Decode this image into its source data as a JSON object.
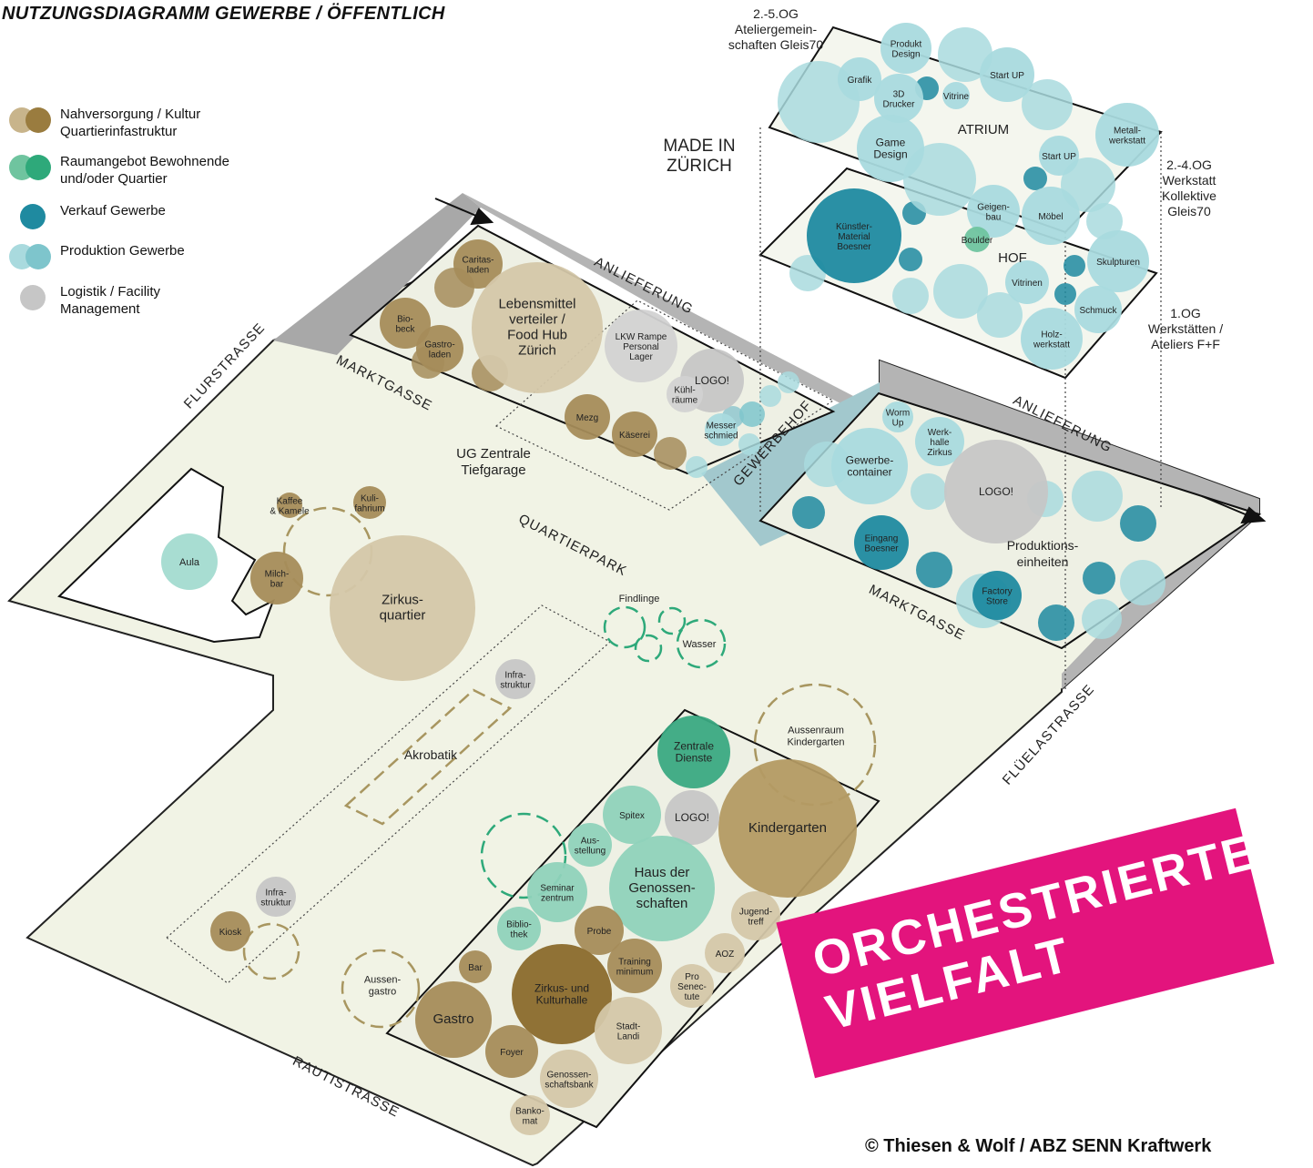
{
  "title": "NUTZUNGSDIAGRAMM GEWERBE / ÖFFENTLICH",
  "legend": [
    {
      "label": "Nahversorgung / Kultur\nQuartierinfastruktur",
      "colors": [
        "#c8b48b",
        "#9a7c3f"
      ]
    },
    {
      "label": "Raumangebot Bewohnende\nund/oder Quartier",
      "colors": [
        "#6fc49f",
        "#2ea97a"
      ]
    },
    {
      "label": "Verkauf Gewerbe",
      "colors": [
        "#1f8aa0"
      ]
    },
    {
      "label": "Produktion Gewerbe",
      "colors": [
        "#a9dade",
        "#7ec5cc"
      ]
    },
    {
      "label": "Logistik / Facility\nManagement",
      "colors": [
        "#c6c6c6"
      ]
    }
  ],
  "floors": {
    "og_top": "2.-5.OG\nAteliergemein-\nschaften Gleis70",
    "og_right": "2.-4.OG\nWerkstatt\nKollektive\nGleis70",
    "og_first": "1.OG\nWerkstätten /\nAteliers F+F",
    "made_in": "MADE IN\nZÜRICH"
  },
  "streets": {
    "flurstrasse": "FLURSTRASSE",
    "marktgasse_top": "MARKTGASSE",
    "marktgasse_right": "MARKTGASSE",
    "anlieferung_top": "ANLIEFERUNG",
    "anlieferung_right": "ANLIEFERUNG",
    "gewerbehof": "GEWERBEHOF",
    "quartierpark": "QUARTIERPARK",
    "flueelastrasse": "FLÜELASTRASSE",
    "rautistrasse": "RAUTISTRASSE",
    "ug": "UG Zentrale\nTiefgarage"
  },
  "labels": {
    "atrium": "ATRIUM",
    "hof": "HOF",
    "akrobatik": "Akrobatik",
    "findlinge": "Findlinge",
    "wasser": "Wasser",
    "aussenraum": "Aussenraum\nKindergarten",
    "aussengastro": "Aussen-\ngastro",
    "produktion": "Produktions-\neinheiten",
    "aula": "Aula"
  },
  "bubbles": [
    {
      "label": "Caritas-\nladen",
      "color": "#a58c5a"
    },
    {
      "label": "Bio-\nbeck",
      "color": "#a58c5a"
    },
    {
      "label": "Gastro-\nladen",
      "color": "#a58c5a"
    },
    {
      "label": "Lebensmittel\nverteiler /\nFood Hub\nZürich",
      "color": "#d4c7a9"
    },
    {
      "label": "LKW Rampe\nPersonal\nLager",
      "color": "#d2d2d2"
    },
    {
      "label": "LOGO!",
      "color": "#c6c6c6"
    },
    {
      "label": "Kühl-\nräume",
      "color": "#d2d2d2"
    },
    {
      "label": "Mezg",
      "color": "#a58c5a"
    },
    {
      "label": "Käserei",
      "color": "#a58c5a"
    },
    {
      "label": "Messer\nschmied",
      "color": "#a9dade"
    },
    {
      "label": "Kaffee\n& Kamele",
      "color": "#a58c5a"
    },
    {
      "label": "Kuli-\nfahrium",
      "color": "#a58c5a"
    },
    {
      "label": "Milch-\nbar",
      "color": "#a58c5a"
    },
    {
      "label": "Zirkus-\nquartier",
      "color": "#d4c7a9"
    },
    {
      "label": "Infra-\nstruktur",
      "color": "#c6c6c6"
    },
    {
      "label": "Infra-\nstruktur",
      "color": "#c6c6c6"
    },
    {
      "label": "Kiosk",
      "color": "#a58c5a"
    },
    {
      "label": "Zentrale\nDienste",
      "color": "#3aa982"
    },
    {
      "label": "Kindergarten",
      "color": "#b39a63"
    },
    {
      "label": "Spitex",
      "color": "#8fd2bb"
    },
    {
      "label": "LOGO!",
      "color": "#c6c6c6"
    },
    {
      "label": "Aus-\nstellung",
      "color": "#8fd2bb"
    },
    {
      "label": "Haus der\nGenossen-\nschaften",
      "color": "#8fd2bb"
    },
    {
      "label": "Seminar\nzentrum",
      "color": "#8fd2bb"
    },
    {
      "label": "Jugend-\ntreff",
      "color": "#d4c7a9"
    },
    {
      "label": "Biblio-\nthek",
      "color": "#8fd2bb"
    },
    {
      "label": "Probe",
      "color": "#a58c5a"
    },
    {
      "label": "AOZ",
      "color": "#d4c7a9"
    },
    {
      "label": "Bar",
      "color": "#a58c5a"
    },
    {
      "label": "Training\nminimum",
      "color": "#a58c5a"
    },
    {
      "label": "Pro\nSenec-\ntute",
      "color": "#d4c7a9"
    },
    {
      "label": "Zirkus- und\nKulturhalle",
      "color": "#8a6a2c"
    },
    {
      "label": "Gastro",
      "color": "#a58c5a"
    },
    {
      "label": "Stadt-\nLandi",
      "color": "#d4c7a9"
    },
    {
      "label": "Foyer",
      "color": "#a58c5a"
    },
    {
      "label": "Genossen-\nschaftsbank",
      "color": "#d4c7a9"
    },
    {
      "label": "Banko-\nmat",
      "color": "#d4c7a9"
    },
    {
      "label": "Produkt\nDesign",
      "color": "#a9dade"
    },
    {
      "label": "Grafik",
      "color": "#a9dade"
    },
    {
      "label": "3D\nDrucker",
      "color": "#a9dade"
    },
    {
      "label": "Vitrine",
      "color": "#a9dade"
    },
    {
      "label": "Start UP",
      "color": "#a9dade"
    },
    {
      "label": "Game\nDesign",
      "color": "#a9dade"
    },
    {
      "label": "Metall-\nwerkstatt",
      "color": "#a9dade"
    },
    {
      "label": "Start UP",
      "color": "#a9dade"
    },
    {
      "label": "Geigen-\nbau",
      "color": "#a9dade"
    },
    {
      "label": "Möbel",
      "color": "#a9dade"
    },
    {
      "label": "Künstler-\nMaterial\nBoesner",
      "color": "#1f8aa0"
    },
    {
      "label": "Boulder",
      "color": "#6fc49f"
    },
    {
      "label": "Skulpturen",
      "color": "#a9dade"
    },
    {
      "label": "Vitrinen",
      "color": "#a9dade"
    },
    {
      "label": "Schmuck",
      "color": "#a9dade"
    },
    {
      "label": "Holz-\nwerkstatt",
      "color": "#a9dade"
    },
    {
      "label": "Worm\nUp",
      "color": "#a9dade"
    },
    {
      "label": "Werk-\nhalle\nZirkus",
      "color": "#a9dade"
    },
    {
      "label": "Gewerbe-\ncontainer",
      "color": "#a9dade"
    },
    {
      "label": "LOGO!",
      "color": "#c6c6c6"
    },
    {
      "label": "Eingang\nBoesner",
      "color": "#1f8aa0"
    },
    {
      "label": "Factory\nStore",
      "color": "#1f8aa0"
    }
  ],
  "banner": {
    "line1": "ORCHESTRIERTE",
    "line2": "VIELFALT",
    "color": "#e3147d"
  },
  "copyright": "© Thiesen & Wolf / ABZ SENN Kraftwerk"
}
